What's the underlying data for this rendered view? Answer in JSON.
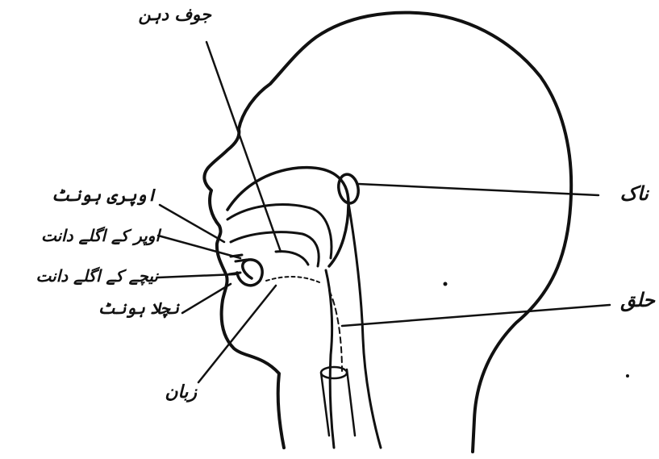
{
  "labels": {
    "oral_cavity": "جوف دہن",
    "upper_lip": "اوپری ہونٹ",
    "upper_front_teeth": "اوپر کے اگلے دانت",
    "lower_front_teeth": "نیچے کے اگلے دانت",
    "lower_lip": "نچلا ہونٹ",
    "tongue": "زبان",
    "nose": "ناک",
    "throat": "حلق"
  },
  "colors": {
    "ink": "#111111",
    "background": "#ffffff"
  }
}
